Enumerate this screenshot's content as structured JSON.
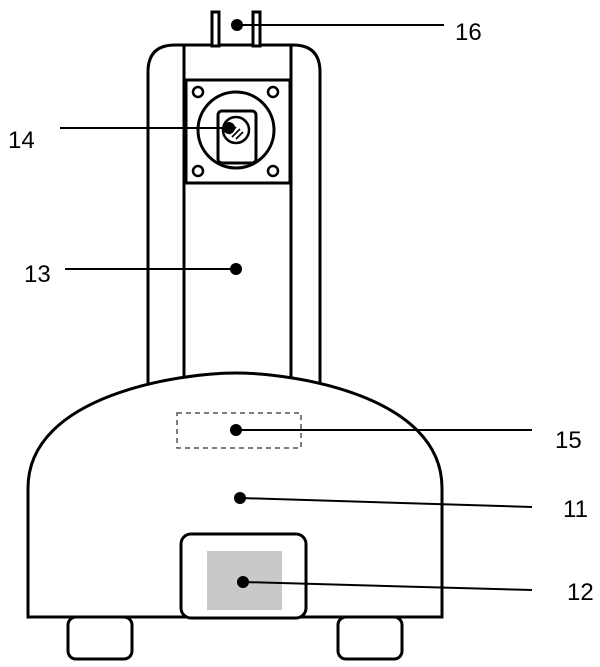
{
  "labels": {
    "l16": "16",
    "l14": "14",
    "l13": "13",
    "l15": "15",
    "l11": "11",
    "l12": "12"
  },
  "colors": {
    "stroke": "#000000",
    "fill": "#ffffff",
    "indicator_fill": "#c9c9c9",
    "dashed_stroke": "#555555"
  }
}
